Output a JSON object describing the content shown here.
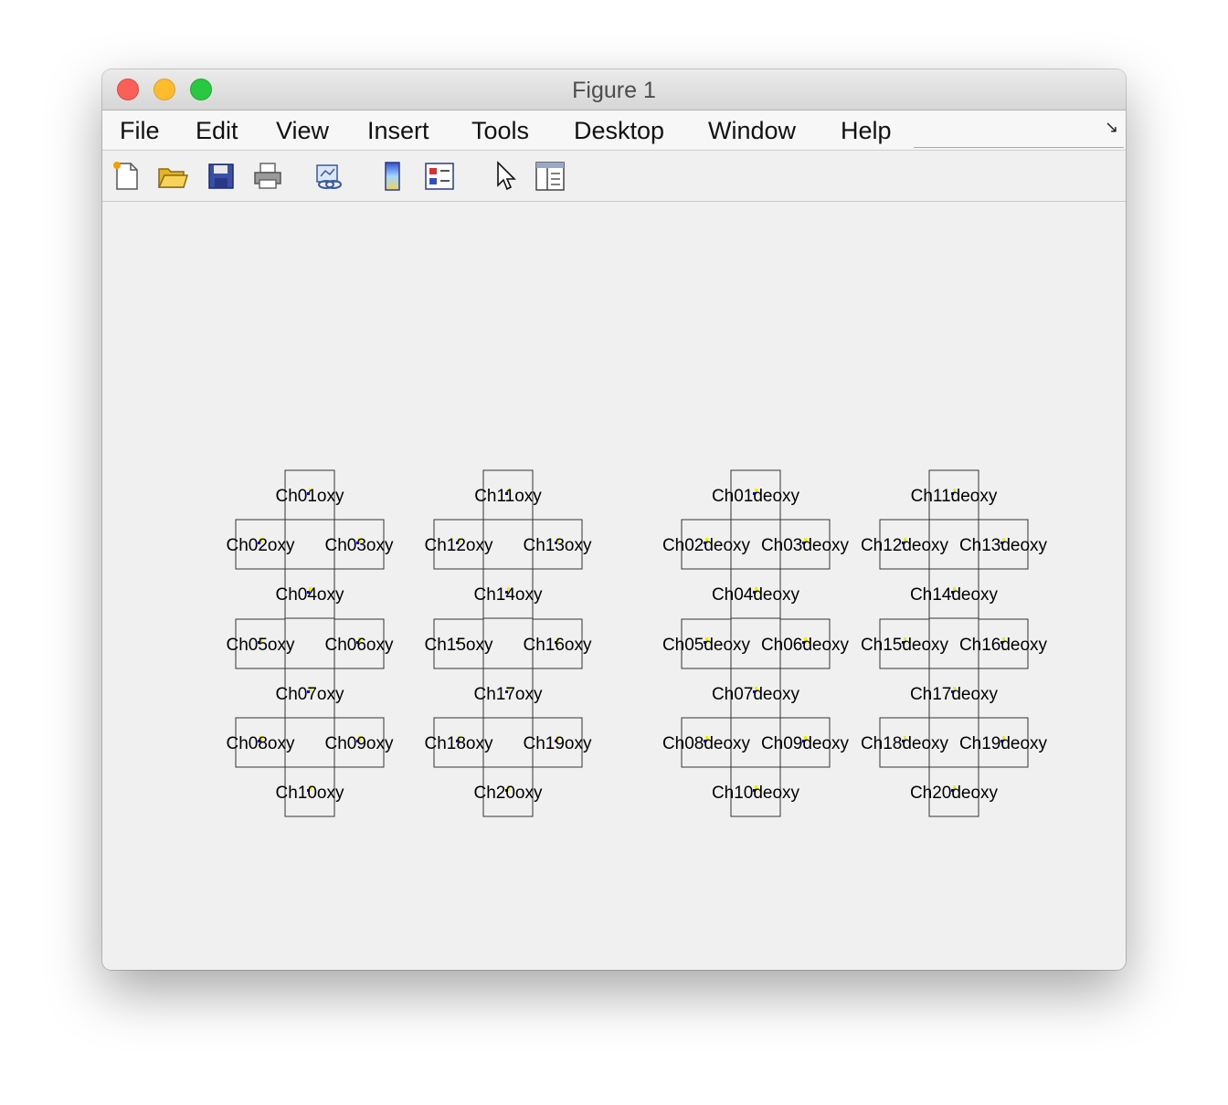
{
  "window": {
    "title": "Figure 1"
  },
  "menu": [
    "File",
    "Edit",
    "View",
    "Insert",
    "Tools",
    "Desktop",
    "Window",
    "Help"
  ],
  "toolbar": {
    "buttons": [
      {
        "name": "new-figure-icon"
      },
      {
        "name": "open-file-icon"
      },
      {
        "name": "save-icon"
      },
      {
        "name": "print-icon"
      },
      {
        "name": "link-plot-icon"
      },
      {
        "name": "colorbar-icon"
      },
      {
        "name": "legend-icon"
      },
      {
        "name": "edit-plot-pointer-icon"
      },
      {
        "name": "property-inspector-icon"
      }
    ]
  },
  "colors": {
    "marker_yellow": "#f0f000",
    "marker_blue": "#0000e0",
    "box_stroke": "#333333"
  },
  "channel_layouts": [
    {
      "suffix": "oxy",
      "channels": [
        "Ch01",
        "Ch02",
        "Ch03",
        "Ch04",
        "Ch05",
        "Ch06",
        "Ch07",
        "Ch08",
        "Ch09",
        "Ch10"
      ]
    },
    {
      "suffix": "oxy",
      "channels": [
        "Ch11",
        "Ch12",
        "Ch13",
        "Ch14",
        "Ch15",
        "Ch16",
        "Ch17",
        "Ch18",
        "Ch19",
        "Ch20"
      ]
    },
    {
      "suffix": "deoxy",
      "channels": [
        "Ch01",
        "Ch02",
        "Ch03",
        "Ch04",
        "Ch05",
        "Ch06",
        "Ch07",
        "Ch08",
        "Ch09",
        "Ch10"
      ]
    },
    {
      "suffix": "deoxy",
      "channels": [
        "Ch11",
        "Ch12",
        "Ch13",
        "Ch14",
        "Ch15",
        "Ch16",
        "Ch17",
        "Ch18",
        "Ch19",
        "Ch20"
      ]
    }
  ]
}
